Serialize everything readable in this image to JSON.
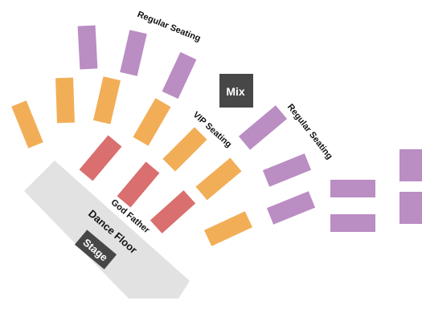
{
  "colors": {
    "regular": "#ba8dc3",
    "vip": "#f2ae57",
    "god_father": "#d96f6e",
    "floor": "#e2e2e2",
    "stage": "#474747",
    "mix": "#474747",
    "label": "#111111",
    "dark_label_text": "#ffffff"
  },
  "labels": {
    "regular_top": "Regular Seating",
    "regular_right": "Regular Seating",
    "vip": "VIP Seating",
    "god_father": "God Father",
    "dance_floor": "Dance Floor",
    "stage": "Stage",
    "mix": "Mix"
  }
}
